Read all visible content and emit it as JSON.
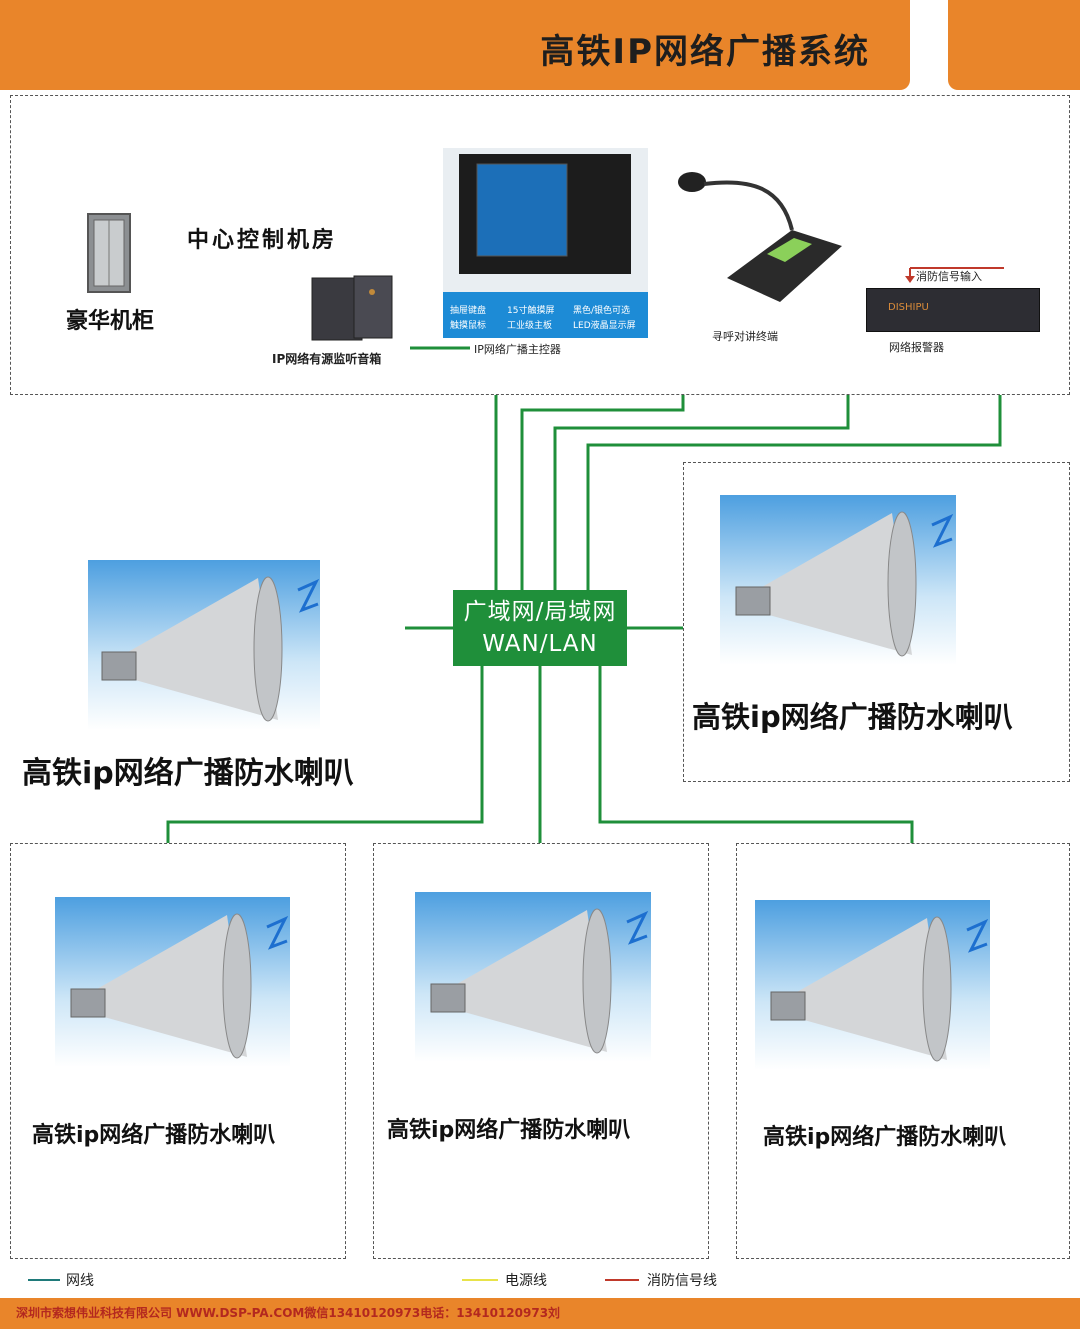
{
  "header": {
    "title": "高铁IP网络广播系统"
  },
  "control_room": {
    "title": "中心控制机房",
    "cabinet_label": "豪华机柜",
    "monitor_speaker_label": "IP网络有源监听音箱",
    "controller_label": "IP网络广播主控器",
    "controller_features": [
      "抽屉键盘",
      "15寸触摸屏",
      "黑色/银色可选",
      "触摸鼠标",
      "工业级主板",
      "LED液晶显示屏"
    ],
    "paging_label": "寻呼对讲终端",
    "alarm_label": "网络报警器",
    "fire_input_label": "消防信号输入",
    "alarm_brand": "DISHIPU"
  },
  "network": {
    "line1": "广域网/局域网",
    "line2": "WAN/LAN"
  },
  "speakers": [
    {
      "label": "高铁ip网络广播防水喇叭"
    },
    {
      "label": "高铁ip网络广播防水喇叭"
    },
    {
      "label": "高铁ip网络广播防水喇叭"
    },
    {
      "label": "高铁ip网络广播防水喇叭"
    },
    {
      "label": "高铁ip网络广播防水喇叭"
    }
  ],
  "legend": [
    {
      "label": "网线",
      "color": "#1f7a7a"
    },
    {
      "label": "电源线",
      "color": "#e8e34a"
    },
    {
      "label": "消防信号线",
      "color": "#c0392b"
    }
  ],
  "footer": {
    "text": "深圳市索想伟业科技有限公司 WWW.DSP-PA.COM微信13410120973电话：13410120973刘"
  },
  "colors": {
    "banner": "#e9852a",
    "network_green": "#1f8f3a"
  }
}
